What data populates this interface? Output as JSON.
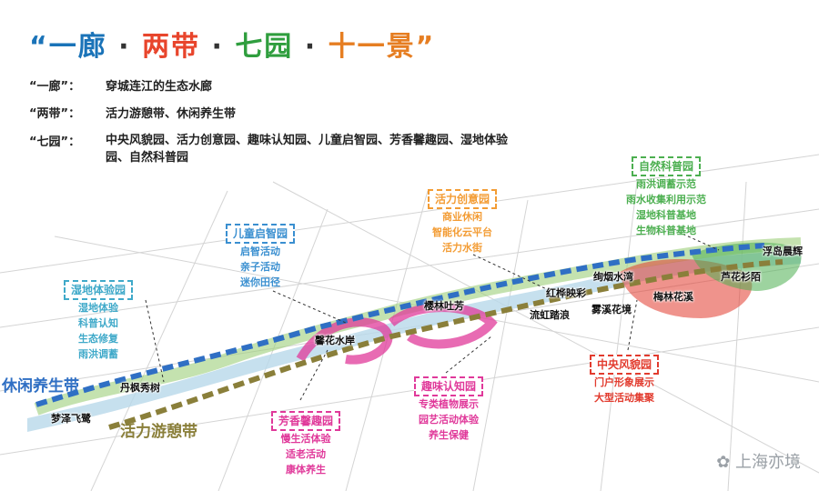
{
  "title": {
    "parts": [
      {
        "text": "“一廊",
        "color": "#1a73b8"
      },
      {
        "text": " · ",
        "color": "#333333"
      },
      {
        "text": "两带",
        "color": "#e8452c"
      },
      {
        "text": " · ",
        "color": "#333333"
      },
      {
        "text": "七园",
        "color": "#2f9e3e"
      },
      {
        "text": " · ",
        "color": "#333333"
      },
      {
        "text": "十一景”",
        "color": "#e67e22"
      }
    ]
  },
  "legend": [
    {
      "key": "“一廊”：",
      "value": "穿城连江的生态水廊"
    },
    {
      "key": "“两带”：",
      "value": "活力游憩带、休闲养生带"
    },
    {
      "key": "“七园”：",
      "value": "中央风貌园、活力创意园、趣味认知园、儿童启智园、芳香馨趣园、湿地体验园、自然科普园"
    }
  ],
  "zones": [
    {
      "id": "wetland",
      "title": "湿地体验园",
      "color": "#3fa9c9",
      "items": [
        "湿地体验",
        "科普认知",
        "生态修复",
        "雨洪调蓄"
      ]
    },
    {
      "id": "children",
      "title": "儿童启智园",
      "color": "#3a8fd0",
      "items": [
        "启智活动",
        "亲子活动",
        "迷你田径"
      ]
    },
    {
      "id": "creative",
      "title": "活力创意园",
      "color": "#f39c34",
      "items": [
        "商业休闲",
        "智能化云平台",
        "活力水街"
      ]
    },
    {
      "id": "nature",
      "title": "自然科普园",
      "color": "#4caf50",
      "items": [
        "雨洪调蓄示范",
        "雨水收集利用示范",
        "湿地科普基地",
        "生物科普基地"
      ]
    },
    {
      "id": "fragrance",
      "title": "芳香馨趣园",
      "color": "#e0399a",
      "items": [
        "慢生活体验",
        "适老活动",
        "康体养生"
      ]
    },
    {
      "id": "fun",
      "title": "趣味认知园",
      "color": "#e0399a",
      "items": [
        "专类植物展示",
        "园艺活动体验",
        "养生保健"
      ]
    },
    {
      "id": "central",
      "title": "中央风貌园",
      "color": "#e23b2e",
      "items": [
        "门户形象展示",
        "大型活动集聚"
      ]
    }
  ],
  "places": [
    "梦泽飞鹭",
    "丹枫秀树",
    "馨花水岸",
    "樱林吐芳",
    "流虹踏浪",
    "红桦映彩",
    "雾溪花境",
    "绚烟水湾",
    "梅林花溪",
    "芦花衫陌",
    "浮岛晨辉"
  ],
  "belts": {
    "leisure": "休闲养生带",
    "vitality": "活力游憩带"
  },
  "colors": {
    "corridor": "#3d8fd9",
    "leisure_belt": "#2f6fc4",
    "vitality_belt": "#8a7f3a",
    "central_red": "#e23b2e",
    "fragrance_pink": "#e0399a",
    "nature_green": "#4caf50"
  },
  "watermark": "上海亦境"
}
